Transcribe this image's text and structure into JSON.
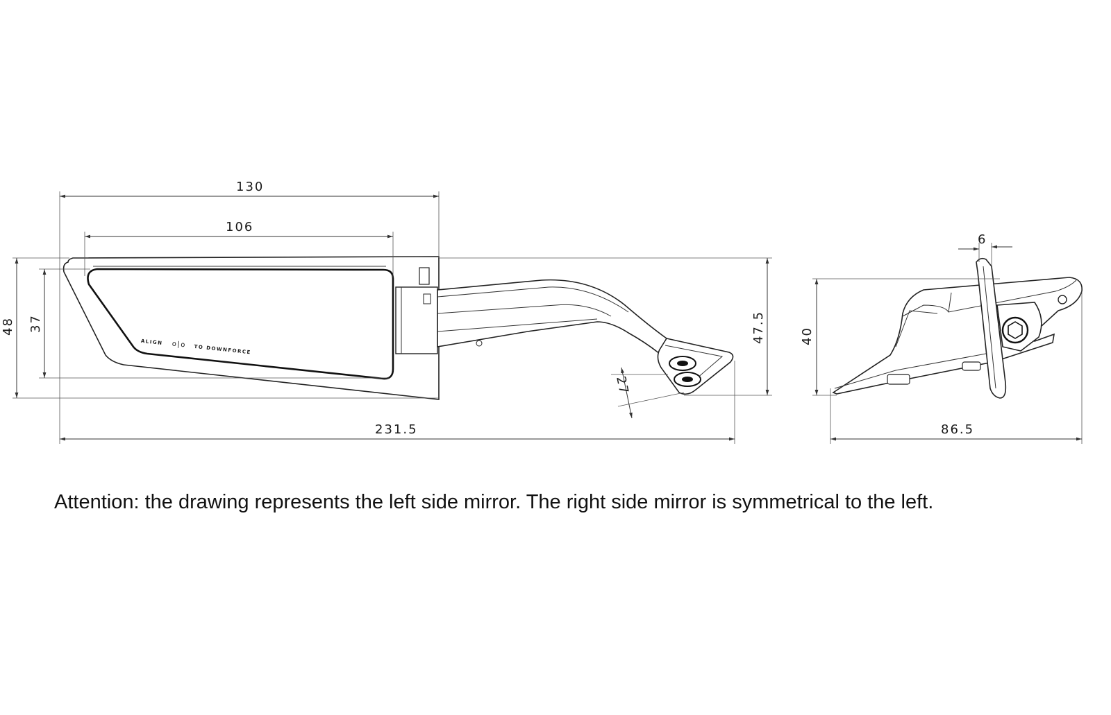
{
  "dimensions": {
    "overall_width_130": "130",
    "glass_width_106": "106",
    "height_48": "48",
    "glass_height_37": "37",
    "arm_height_47_5": "47.5",
    "mount_27": "27",
    "total_length": "231.5",
    "side_thickness_6": "6",
    "side_height_40": "40",
    "side_depth": "86.5"
  },
  "engraving": {
    "left": "ALIGN",
    "symbol": "o|o",
    "right": "TO DOWNFORCE"
  },
  "note": "Attention: the drawing represents the left side mirror. The right side mirror is symmetrical to the left.",
  "colors": {
    "line": "#222222",
    "text": "#111111",
    "background": "#ffffff"
  }
}
